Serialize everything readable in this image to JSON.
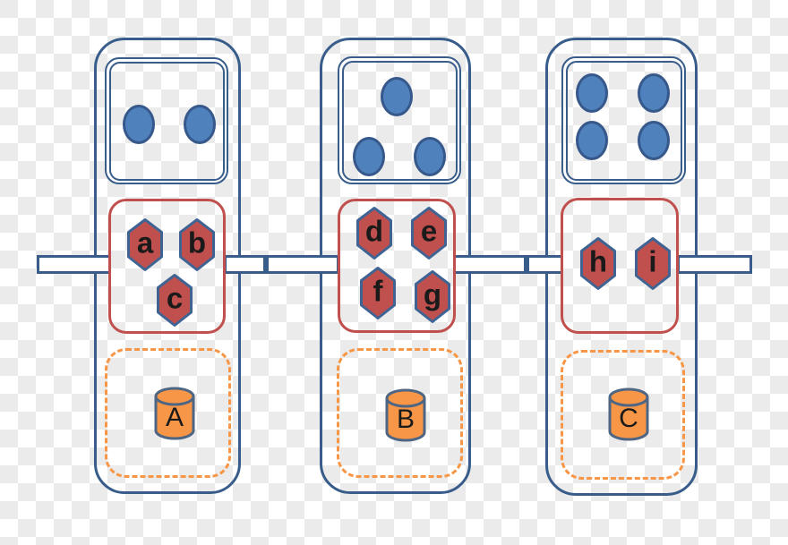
{
  "nodes": [
    {
      "dots": 2,
      "hexagons": [
        {
          "label": "a"
        },
        {
          "label": "b"
        },
        {
          "label": "c"
        }
      ],
      "database": {
        "label": "A"
      }
    },
    {
      "dots": 3,
      "hexagons": [
        {
          "label": "d"
        },
        {
          "label": "e"
        },
        {
          "label": "f"
        },
        {
          "label": "g"
        }
      ],
      "database": {
        "label": "B"
      }
    },
    {
      "dots": 4,
      "hexagons": [
        {
          "label": "h"
        },
        {
          "label": "i"
        }
      ],
      "database": {
        "label": "C"
      }
    }
  ],
  "colors": {
    "node_border": "#385D8A",
    "dot_fill": "#4F81BD",
    "dot_border": "#36588A",
    "hexagon_fill": "#C0504D",
    "hexagon_border": "#3F6494",
    "hexagon_panel_border": "#C0504D",
    "storage_panel_border": "#F79646",
    "cylinder_fill": "#F79646",
    "cylinder_border": "#4E6684",
    "bus_fill": "#FFFFFF",
    "label_color": "#1A1A1A",
    "checker_light": "#FFFFFF",
    "checker_dark": "#EBEBEB"
  }
}
